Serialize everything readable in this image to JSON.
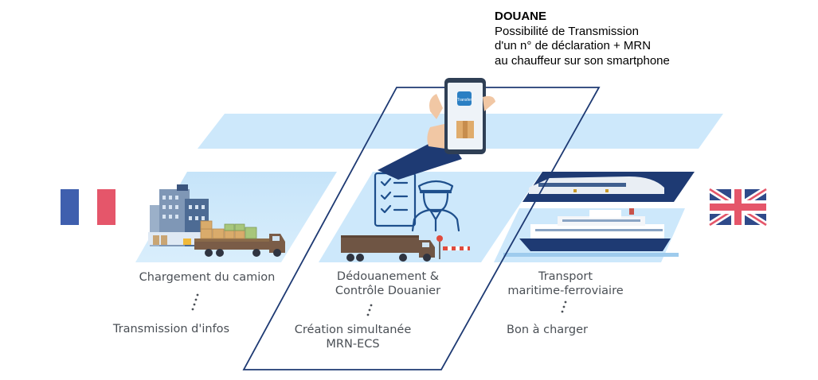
{
  "douane": {
    "title": "DOUANE",
    "lines": [
      "Possibilité de Transmission",
      "d'un n° de déclaration + MRN",
      "au chauffeur sur son smartphone"
    ]
  },
  "steps": [
    {
      "main": "Chargement du camion",
      "sub": "Transmission d'infos"
    },
    {
      "main_lines": [
        "Dédouanement &",
        "Contrôle Douanier"
      ],
      "sub_lines": [
        "Création simultanée",
        "MRN-ECS"
      ]
    },
    {
      "main_lines": [
        "Transport",
        "maritime-ferroviaire"
      ],
      "sub": "Bon à charger"
    }
  ],
  "phone": {
    "app_label": "Transfer"
  },
  "flags": [
    "france-flag",
    "uk-flag"
  ],
  "colors": {
    "light_blue": "#cfe9fb",
    "sky_blue": "#bfe2f8",
    "navy": "#1e3a73",
    "text": "#4a4f55",
    "accent": "#2b7fc3"
  }
}
